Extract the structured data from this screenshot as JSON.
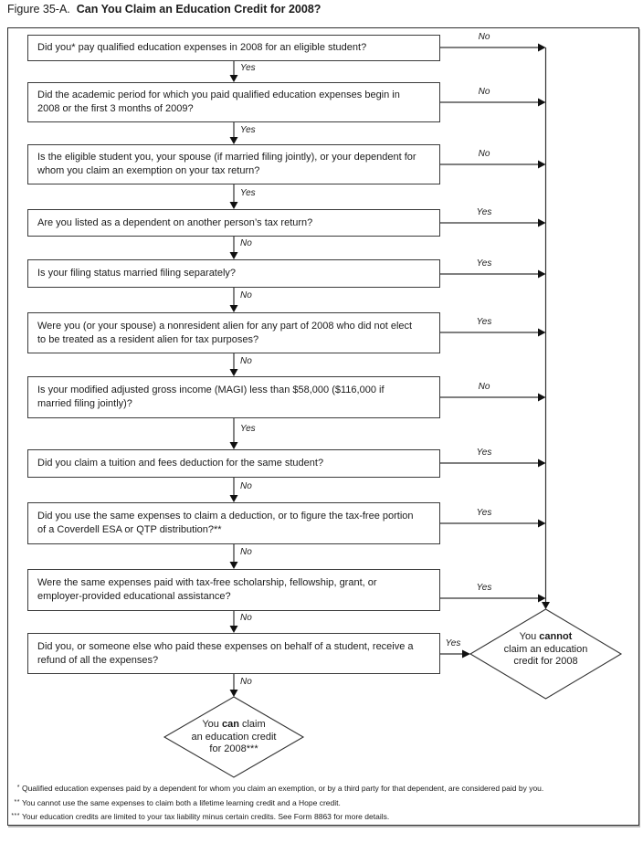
{
  "title": {
    "figure_label": "Figure 35-A.",
    "figure_title": "Can You Claim an Education Credit for 2008?"
  },
  "flow": {
    "steps": [
      {
        "question": "Did you* pay qualified education expenses in 2008 for an eligible student?",
        "down_label": "Yes",
        "right_label": "No"
      },
      {
        "question": "Did the academic period for which you paid qualified education expenses begin in 2008 or the first 3 months of 2009?",
        "down_label": "Yes",
        "right_label": "No"
      },
      {
        "question": "Is the eligible student you, your spouse (if married filing jointly), or your dependent for whom you claim an exemption on your tax return?",
        "down_label": "Yes",
        "right_label": "No"
      },
      {
        "question": "Are you listed as a dependent on another person’s tax return?",
        "down_label": "No",
        "right_label": "Yes"
      },
      {
        "question": "Is your filing status married filing separately?",
        "down_label": "No",
        "right_label": "Yes"
      },
      {
        "question": "Were you (or your spouse) a nonresident alien for any part of 2008 who did not elect to be treated as a resident alien for tax purposes?",
        "down_label": "No",
        "right_label": "Yes"
      },
      {
        "question": "Is your modified adjusted gross income (MAGI) less than $58,000 ($116,000 if married filing jointly)?",
        "down_label": "Yes",
        "right_label": "No"
      },
      {
        "question": "Did you claim a tuition and fees deduction for the same student?",
        "down_label": "No",
        "right_label": "Yes"
      },
      {
        "question": "Did you use the same expenses to claim a deduction, or to figure the tax-free portion of a Coverdell ESA or QTP distribution?**",
        "down_label": "No",
        "right_label": "Yes"
      },
      {
        "question": "Were the same expenses paid with tax-free scholarship, fellowship, grant, or employer-provided educational assistance?",
        "down_label": "No",
        "right_label": "Yes"
      },
      {
        "question": "Did you, or someone else who paid these expenses on behalf of a student, receive a refund of all the expenses?",
        "down_label": "No",
        "right_label": "Yes"
      }
    ]
  },
  "outcomes": {
    "cannot": {
      "line1_pre": "You",
      "line1_bold": "cannot",
      "line2": "claim an education",
      "line3": "credit for 2008"
    },
    "can": {
      "line1_pre": "You",
      "line1_bold": "can",
      "line1_post": "claim",
      "line2": "an education credit",
      "line3": "for 2008***"
    }
  },
  "footnotes": [
    {
      "marker": "*",
      "text": "Qualified education expenses paid by a dependent for whom you claim an exemption, or by a third party for that dependent, are considered paid by you."
    },
    {
      "marker": "**",
      "text": "You cannot use the same expenses to claim both a lifetime learning credit and a Hope credit."
    },
    {
      "marker": "***",
      "text": "Your education credits are limited to your tax liability minus certain credits. See Form 8863 for more details."
    }
  ],
  "colors": {
    "line": "#333333",
    "arrowhead": "#111111",
    "text": "#1a1a1a",
    "background": "#ffffff"
  }
}
